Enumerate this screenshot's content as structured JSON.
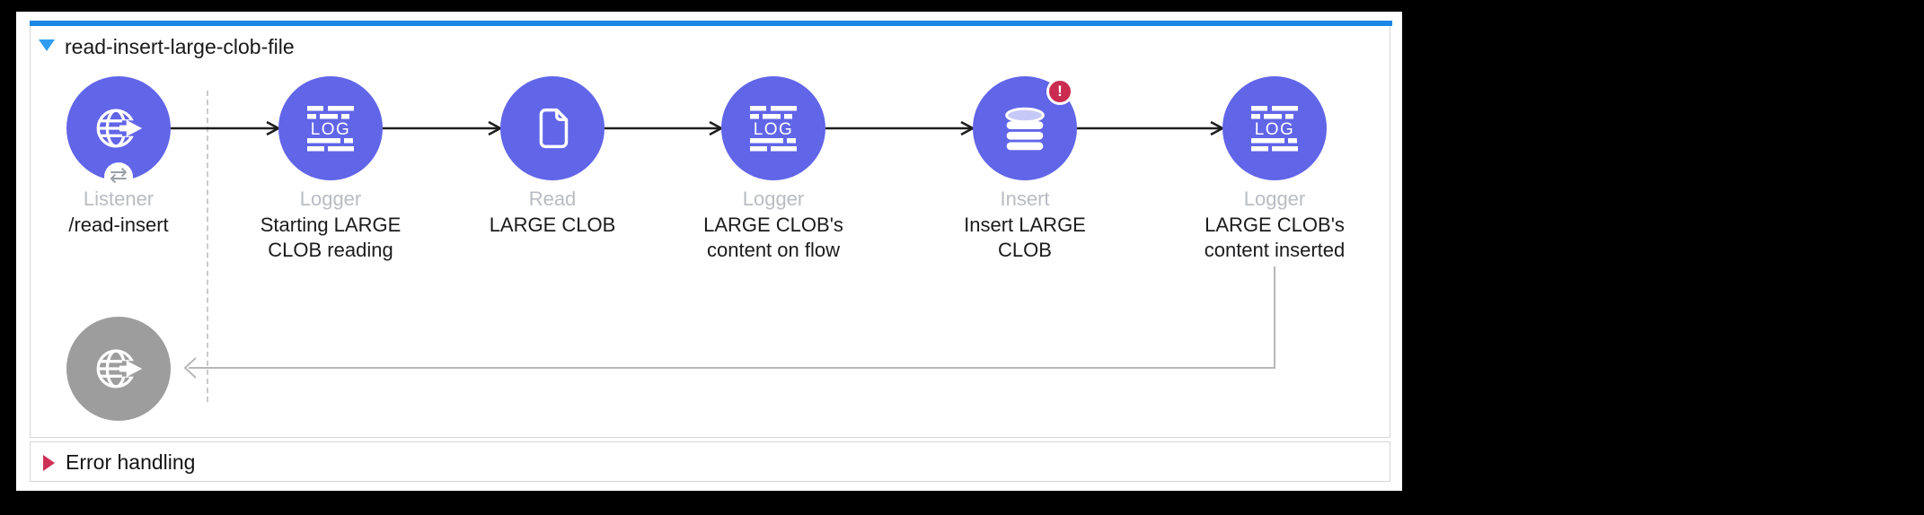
{
  "window": {
    "background": "#000000"
  },
  "flow": {
    "title": "read-insert-large-clob-file",
    "nodes": [
      {
        "type_label": "Listener",
        "description": "/read-insert",
        "icon": "http-listener-globe-icon",
        "badge": "exchange-arrows"
      },
      {
        "type_label": "Logger",
        "description": "Starting LARGE CLOB reading",
        "icon": "logger-log-icon"
      },
      {
        "type_label": "Read",
        "description": "LARGE CLOB",
        "icon": "file-read-icon"
      },
      {
        "type_label": "Logger",
        "description": "LARGE CLOB's content on flow",
        "icon": "logger-log-icon"
      },
      {
        "type_label": "Insert",
        "description": "Insert LARGE CLOB",
        "icon": "database-insert-icon",
        "badge": "error"
      },
      {
        "type_label": "Logger",
        "description": "LARGE CLOB's content inserted",
        "icon": "logger-log-icon"
      }
    ],
    "response_node": {
      "icon": "http-response-globe-icon"
    }
  },
  "error_handling": {
    "label": "Error handling"
  },
  "icons": {
    "logger_text": "LOG",
    "exchange_badge_glyph": "⇄",
    "error_badge_glyph": "!"
  },
  "colors": {
    "accent_blue_bar": "#1b87e7",
    "node_purple": "#6165e8",
    "node_gray": "#9d9d9d",
    "error_badge_red": "#cb2b50",
    "flow_collapse_triangle": "#2f9cf1",
    "error_expand_triangle": "#ce3157"
  }
}
